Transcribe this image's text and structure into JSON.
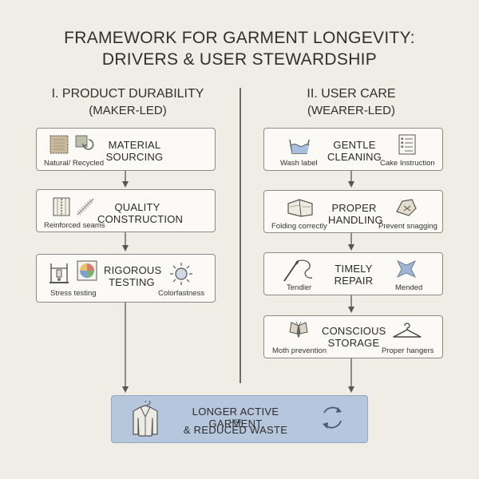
{
  "title": {
    "line1": "FRAMEWORK FOR GARMENT LONGEVITY:",
    "line2": "DRIVERS & USER STEWARDSHIP"
  },
  "left_column": {
    "heading": "I. PRODUCT DURABILITY",
    "subheading": "(MAKER-LED)",
    "boxes": [
      {
        "title_line1": "MATERIAL",
        "title_line2": "SOURCING",
        "caption_left": "Natural/ Recycled",
        "caption_right": ""
      },
      {
        "title_line1": "QUALITY",
        "title_line2": "CONSTRUCTION",
        "caption_left": "Reinforced seams",
        "caption_right": ""
      },
      {
        "title_line1": "RIGOROUS",
        "title_line2": "TESTING",
        "caption_left": "Stress testing",
        "caption_right": "Colorfastness"
      }
    ]
  },
  "right_column": {
    "heading": "II. USER CARE",
    "subheading": "(WEARER-LED)",
    "boxes": [
      {
        "title_line1": "GENTLE",
        "title_line2": "CLEANING",
        "caption_left": "Wash label",
        "caption_right": "Cake Instruction"
      },
      {
        "title_line1": "PROPER",
        "title_line2": "HANDLING",
        "caption_left": "Folding correctly",
        "caption_right": "Prevent snagging"
      },
      {
        "title_line1": "TIMELY",
        "title_line2": "REPAIR",
        "caption_left": "Tendler",
        "caption_right": "Mended"
      },
      {
        "title_line1": "CONSCIOUS",
        "title_line2": "STORAGE",
        "caption_left": "Moth prevention",
        "caption_right": "Proper hangers"
      }
    ]
  },
  "result": {
    "line1": "LONGER ACTIVE GARMENT",
    "line2": "USE",
    "line3": "& REDUCED WASTE"
  },
  "icons": {
    "material": [
      "fabric-swatch-icon",
      "recycle-fabric-icon"
    ],
    "construction": [
      "seam-icon",
      "stitch-icon"
    ],
    "testing": [
      "lab-stand-icon",
      "color-chart-icon",
      "sun-icon"
    ],
    "cleaning": [
      "wash-basin-icon",
      "care-label-icon"
    ],
    "handling": [
      "folded-cloth-icon",
      "snag-icon"
    ],
    "repair": [
      "needle-thread-icon",
      "patch-icon"
    ],
    "storage": [
      "moth-icon",
      "hanger-icon"
    ],
    "result": [
      "jacket-icon",
      "cycle-arrows-icon"
    ]
  },
  "colors": {
    "background": "#efede5",
    "box_fill": "#fbfaf6",
    "result_fill": "#b6c6dc",
    "patch_blue": "#9fb4d2"
  }
}
